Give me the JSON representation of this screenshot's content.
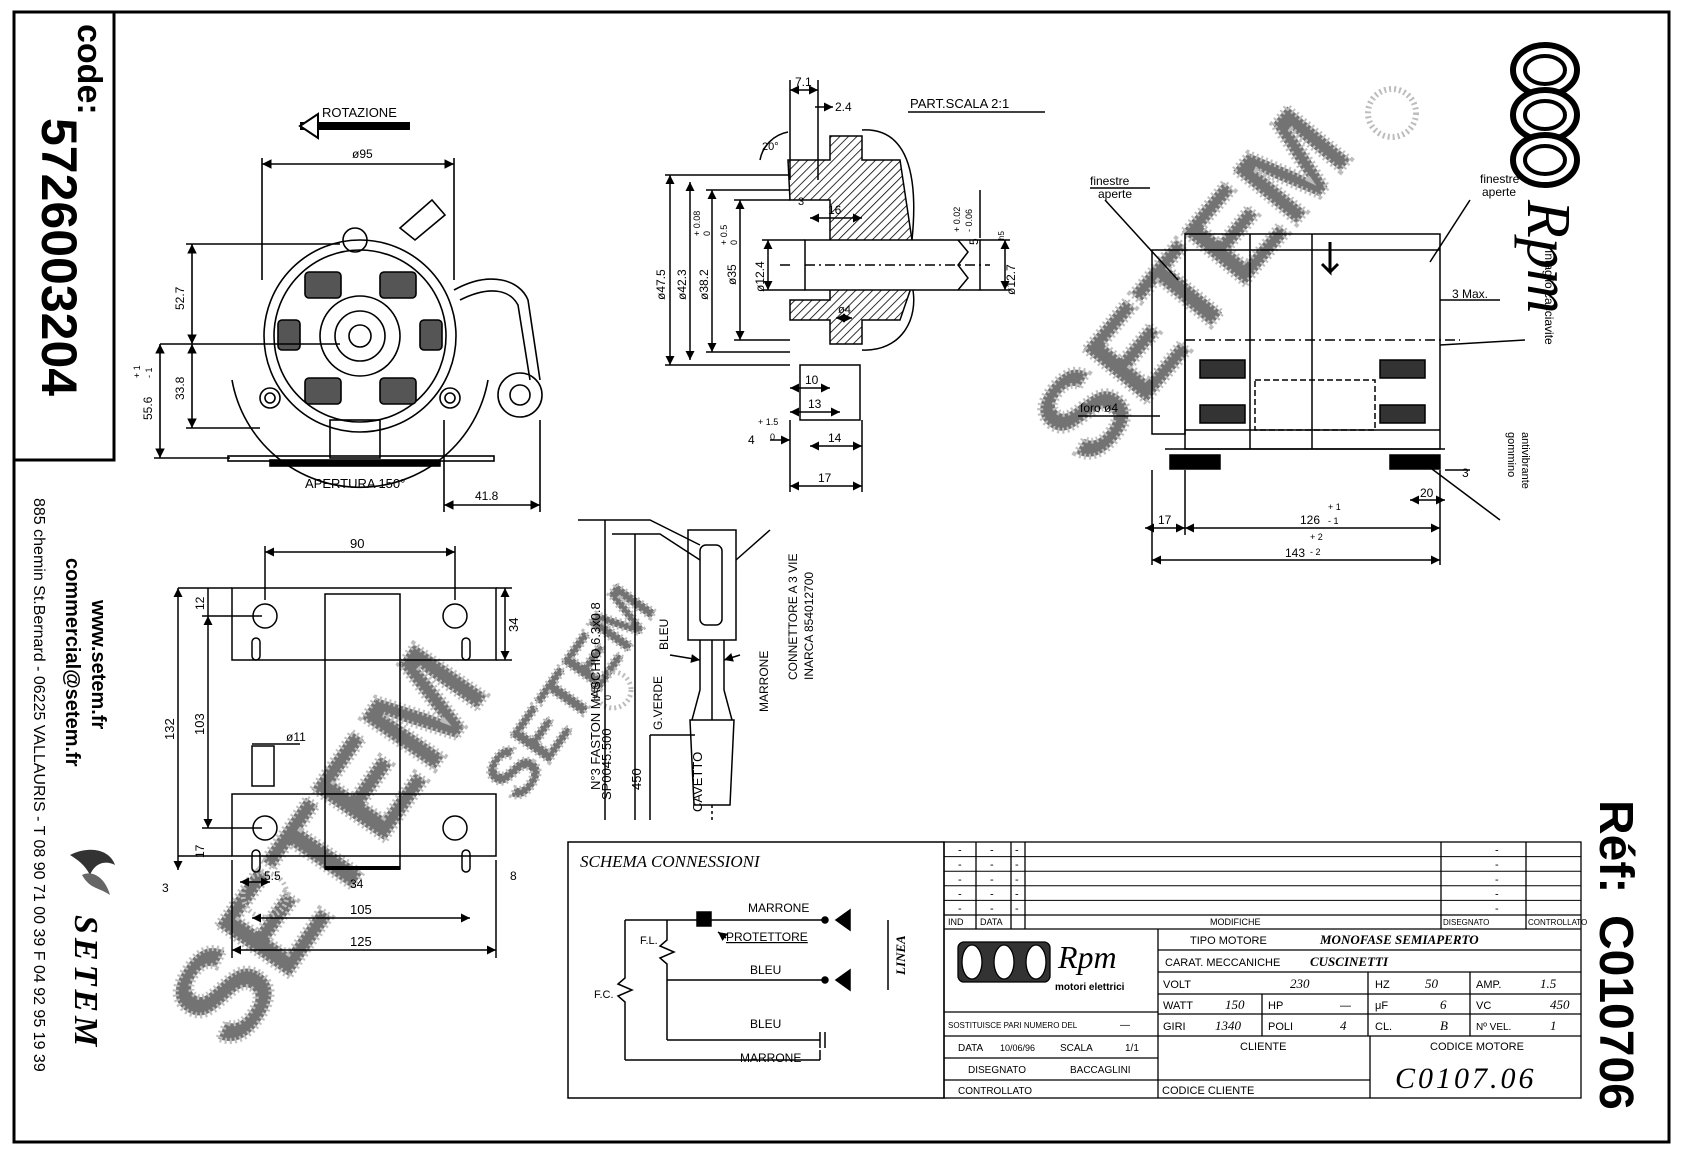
{
  "side": {
    "code_label": "code:",
    "code_value": "5726003204",
    "website": "www.setem.fr",
    "email": "commercial@setem.fr",
    "address": "885 chemin St.Bernard - 06225 VALLAURIS - T 08 90 71 00 39  F 04 92 95 19 39",
    "brand": "SETEM"
  },
  "ref": {
    "label": "Réf:",
    "value": "C010706"
  },
  "logo": {
    "brand": "Rpm",
    "subtitle": "motori elettrici"
  },
  "watermark": "SETEM",
  "front_view": {
    "rotation": "ROTAZIONE",
    "opening": "APERTURA 150°",
    "dims": {
      "d95": "ø95",
      "h527": "52.7",
      "h338": "33.8",
      "h556": "55.6",
      "tol556": "+ 1",
      "tol556b": "- 1",
      "w418": "41.8"
    }
  },
  "section_view": {
    "scale_note": "PART.SCALA 2:1",
    "dims": {
      "d71": "7.1",
      "d24": "2.4",
      "ang20": "20°",
      "d3": "3",
      "d16": "16",
      "d475": "ø47.5",
      "d423": "ø42.3",
      "d382": "ø38.2",
      "tol382a": "+ 0.08",
      "tol382b": "0",
      "d35": "ø35",
      "tol35a": "+ 0.5",
      "tol35b": "0",
      "d124": "ø12.4",
      "d4s": "ø4",
      "d10": "10",
      "d13": "13",
      "d14": "14",
      "d17": "17",
      "d4": "4",
      "tol4a": "+ 1.5",
      "tol4b": "0",
      "d127": "ø12.7",
      "h5": "h5",
      "d5": "5",
      "tol5a": "+ 0.02",
      "tol5b": "- 0.06"
    }
  },
  "side_view": {
    "windows_left": [
      "finestre",
      "aperte"
    ],
    "windows_right": [
      "finestre",
      "aperte"
    ],
    "slot": "Intaglio cacciavite",
    "max3": "3 Max.",
    "hole": "foro ø4",
    "grommet": [
      "gommino",
      "antivibrante"
    ],
    "dims": {
      "d17": "17",
      "d126": "126",
      "tol126a": "+ 1",
      "tol126b": "- 1",
      "d143": "143",
      "tol143a": "+ 2",
      "tol143b": "- 2",
      "d20": "20",
      "d3": "3"
    }
  },
  "bracket": {
    "dims": {
      "d90": "90",
      "d12": "12",
      "d34": "34",
      "d132": "132",
      "d103": "103",
      "d11": "ø11",
      "d17": "17",
      "d55": "5.5",
      "d34b": "34",
      "d105": "105",
      "d125": "125",
      "d3": "3",
      "d8": "8"
    }
  },
  "cable": {
    "faston": "N°3 FASTON MASCHIO 6.3x0.8",
    "connector": [
      "CONNETTORE A 3 VIE",
      "INARCA 854012700"
    ],
    "bleu": "BLEU",
    "verde": "G.VERDE",
    "marrone": "MARRONE",
    "cavetto": "CAVETTO",
    "length": "SP0045.500",
    "tol_a": "+ 50",
    "tol_b": "0",
    "d450": "450"
  },
  "schema": {
    "title": "SCHEMA CONNESSIONI",
    "marrone_top": "MARRONE",
    "protettore": "PROTETTORE",
    "bleu_mid": "BLEU",
    "bleu_low": "BLEU",
    "marrone_low": "MARRONE",
    "fl": "F.L.",
    "fc": "F.C.",
    "linea": "LINEA"
  },
  "title_block": {
    "mod_rows": [
      [
        "-",
        "-",
        "-",
        "-"
      ],
      [
        "-",
        "-",
        "-",
        "-"
      ],
      [
        "-",
        "-",
        "-",
        "-"
      ],
      [
        "-",
        "-",
        "-",
        "-"
      ],
      [
        "-",
        "-",
        "-",
        "-"
      ]
    ],
    "header": {
      "ind": "IND",
      "data": "DATA",
      "modifiche": "MODIFICHE",
      "disegnato": "DISEGNATO",
      "controllato": "CONTROLLATO"
    },
    "tipo_label": "TIPO MOTORE",
    "tipo_value": "MONOFASE SEMIAPERTO",
    "carat_label": "CARAT. MECCANICHE",
    "carat_value": "CUSCINETTI",
    "volt_label": "VOLT",
    "volt_value": "230",
    "hz_label": "HZ",
    "hz_value": "50",
    "amp_label": "AMP.",
    "amp_value": "1.5",
    "watt_label": "WATT",
    "watt_value": "150",
    "hp_label": "HP",
    "hp_value": "—",
    "uf_label": "μF",
    "uf_value": "6",
    "vc_label": "VC",
    "vc_value": "450",
    "giri_label": "GIRI",
    "giri_value": "1340",
    "poli_label": "POLI",
    "poli_value": "4",
    "cl_label": "CL.",
    "cl_value": "B",
    "nvel_label": "Nº VEL.",
    "nvel_value": "1",
    "sostituisce_label": "SOSTITUISCE PARI NUMERO DEL",
    "sostituisce_value": "—",
    "data_label": "DATA",
    "data_value": "10/06/96",
    "scala_label": "SCALA",
    "scala_value": "1/1",
    "disegnato_label": "DISEGNATO",
    "disegnato_value": "BACCAGLINI",
    "controllato_label": "CONTROLLATO",
    "cliente_label": "CLIENTE",
    "codice_cliente_label": "CODICE CLIENTE",
    "codice_motore_label": "CODICE MOTORE",
    "codice_motore_value": "C0107.06"
  },
  "colors": {
    "ink": "#000000",
    "paper": "#ffffff",
    "watermark": "#9a9a9a",
    "hatch": "#555555"
  }
}
